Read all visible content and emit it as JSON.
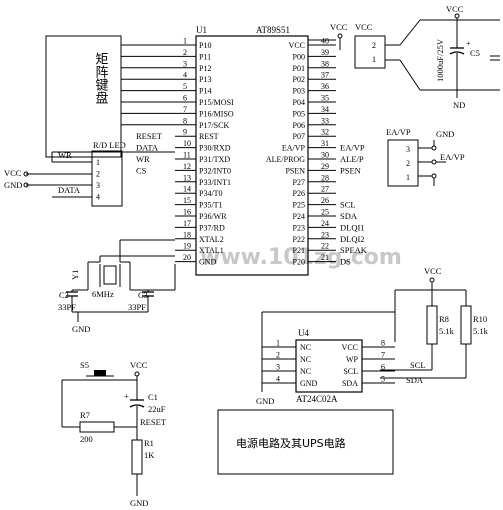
{
  "u1": {
    "ref": "U1",
    "part": "AT89S51",
    "left_pins": [
      {
        "num": "1",
        "name": "P10",
        "net": ""
      },
      {
        "num": "2",
        "name": "P11",
        "net": ""
      },
      {
        "num": "3",
        "name": "P12",
        "net": ""
      },
      {
        "num": "4",
        "name": "P13",
        "net": ""
      },
      {
        "num": "5",
        "name": "P14",
        "net": ""
      },
      {
        "num": "6",
        "name": "P15/MOSI",
        "net": ""
      },
      {
        "num": "7",
        "name": "P16/MISO",
        "net": ""
      },
      {
        "num": "8",
        "name": "P17/SCK",
        "net": ""
      },
      {
        "num": "9",
        "name": "REST",
        "net": "RESET"
      },
      {
        "num": "10",
        "name": "P30/RXD",
        "net": "DATA"
      },
      {
        "num": "11",
        "name": "P31/TXD",
        "net": "WR"
      },
      {
        "num": "12",
        "name": "P32/INT0",
        "net": "CS"
      },
      {
        "num": "13",
        "name": "P33/INT1",
        "net": ""
      },
      {
        "num": "14",
        "name": "P34/T0",
        "net": ""
      },
      {
        "num": "15",
        "name": "P35/T1",
        "net": ""
      },
      {
        "num": "16",
        "name": "P36/WR",
        "net": ""
      },
      {
        "num": "17",
        "name": "P37/RD",
        "net": ""
      },
      {
        "num": "18",
        "name": "XTAL2",
        "net": ""
      },
      {
        "num": "19",
        "name": "XTAL1",
        "net": ""
      },
      {
        "num": "20",
        "name": "GND",
        "net": ""
      }
    ],
    "right_pins": [
      {
        "num": "40",
        "name": "VCC",
        "net": "VCC"
      },
      {
        "num": "39",
        "name": "P00",
        "net": ""
      },
      {
        "num": "38",
        "name": "P01",
        "net": ""
      },
      {
        "num": "37",
        "name": "P02",
        "net": ""
      },
      {
        "num": "36",
        "name": "P03",
        "net": ""
      },
      {
        "num": "35",
        "name": "P04",
        "net": ""
      },
      {
        "num": "34",
        "name": "P05",
        "net": ""
      },
      {
        "num": "33",
        "name": "P06",
        "net": ""
      },
      {
        "num": "32",
        "name": "P07",
        "net": ""
      },
      {
        "num": "31",
        "name": "EA/VP",
        "net": "EA/VP"
      },
      {
        "num": "30",
        "name": "ALE/PROG",
        "net": "ALE/P"
      },
      {
        "num": "29",
        "name": "PSEN",
        "net": "PSEN"
      },
      {
        "num": "28",
        "name": "P27",
        "net": ""
      },
      {
        "num": "27",
        "name": "P26",
        "net": ""
      },
      {
        "num": "26",
        "name": "P25",
        "net": "SCL"
      },
      {
        "num": "25",
        "name": "P24",
        "net": "SDA"
      },
      {
        "num": "24",
        "name": "P23",
        "net": "DLQI1"
      },
      {
        "num": "23",
        "name": "P22",
        "net": "DLQI2"
      },
      {
        "num": "22",
        "name": "P21",
        "net": "SPEAK"
      },
      {
        "num": "21",
        "name": "P20",
        "net": "DS"
      }
    ]
  },
  "keyboard": {
    "label": "矩阵键盘"
  },
  "lcd": {
    "ref": "R/D LED",
    "pins": [
      "1",
      "2",
      "3",
      "4"
    ],
    "nets": [
      "WR",
      "VCC",
      "GND",
      "DATA"
    ]
  },
  "crystal": {
    "xtal_label": "Y1",
    "freq": "6MHz",
    "c2_ref": "C2",
    "c2_val": "33PF",
    "c3_ref": "C3",
    "c3_val": "33PF",
    "gnd": "GND"
  },
  "power_conn": {
    "vcc_left": "VCC",
    "vcc_mid": "VCC",
    "vcc_right": "VCC",
    "pins": [
      "2",
      "1"
    ],
    "cap_label": "1000uF/25V",
    "cap_ref": "C5",
    "cap_plus": "+",
    "gnd": "ND"
  },
  "ea_jumper": {
    "label_top": "EA/VP",
    "gnd": "GND",
    "pins": [
      "3",
      "2",
      "1"
    ],
    "net": "EA/VP"
  },
  "eeprom": {
    "ref": "U4",
    "part": "AT24C02A",
    "left_pins": [
      {
        "num": "1",
        "name": "NC"
      },
      {
        "num": "2",
        "name": "NC"
      },
      {
        "num": "3",
        "name": "NC"
      },
      {
        "num": "4",
        "name": "GND"
      }
    ],
    "right_pins": [
      {
        "num": "8",
        "name": "VCC"
      },
      {
        "num": "7",
        "name": "WP"
      },
      {
        "num": "6",
        "name": "SCL",
        "net": "SCL"
      },
      {
        "num": "5",
        "name": "SDA",
        "net": "SDA"
      }
    ],
    "gnd": "GND",
    "vcc": "VCC",
    "r8_ref": "R8",
    "r8_val": "5.1k",
    "r10_ref": "R10",
    "r10_val": "5.1k"
  },
  "reset": {
    "s5": "S5",
    "vcc": "VCC",
    "c1_ref": "C1",
    "c1_val": "22uF",
    "c1_plus": "+",
    "r7_ref": "R7",
    "r7_val": "200",
    "net": "RESET",
    "r1_ref": "R1",
    "r1_val": "1K",
    "gnd": "GND"
  },
  "power_box": {
    "label": "电源电路及其UPS电路"
  },
  "watermark": {
    "text": "www.101zg.com"
  }
}
